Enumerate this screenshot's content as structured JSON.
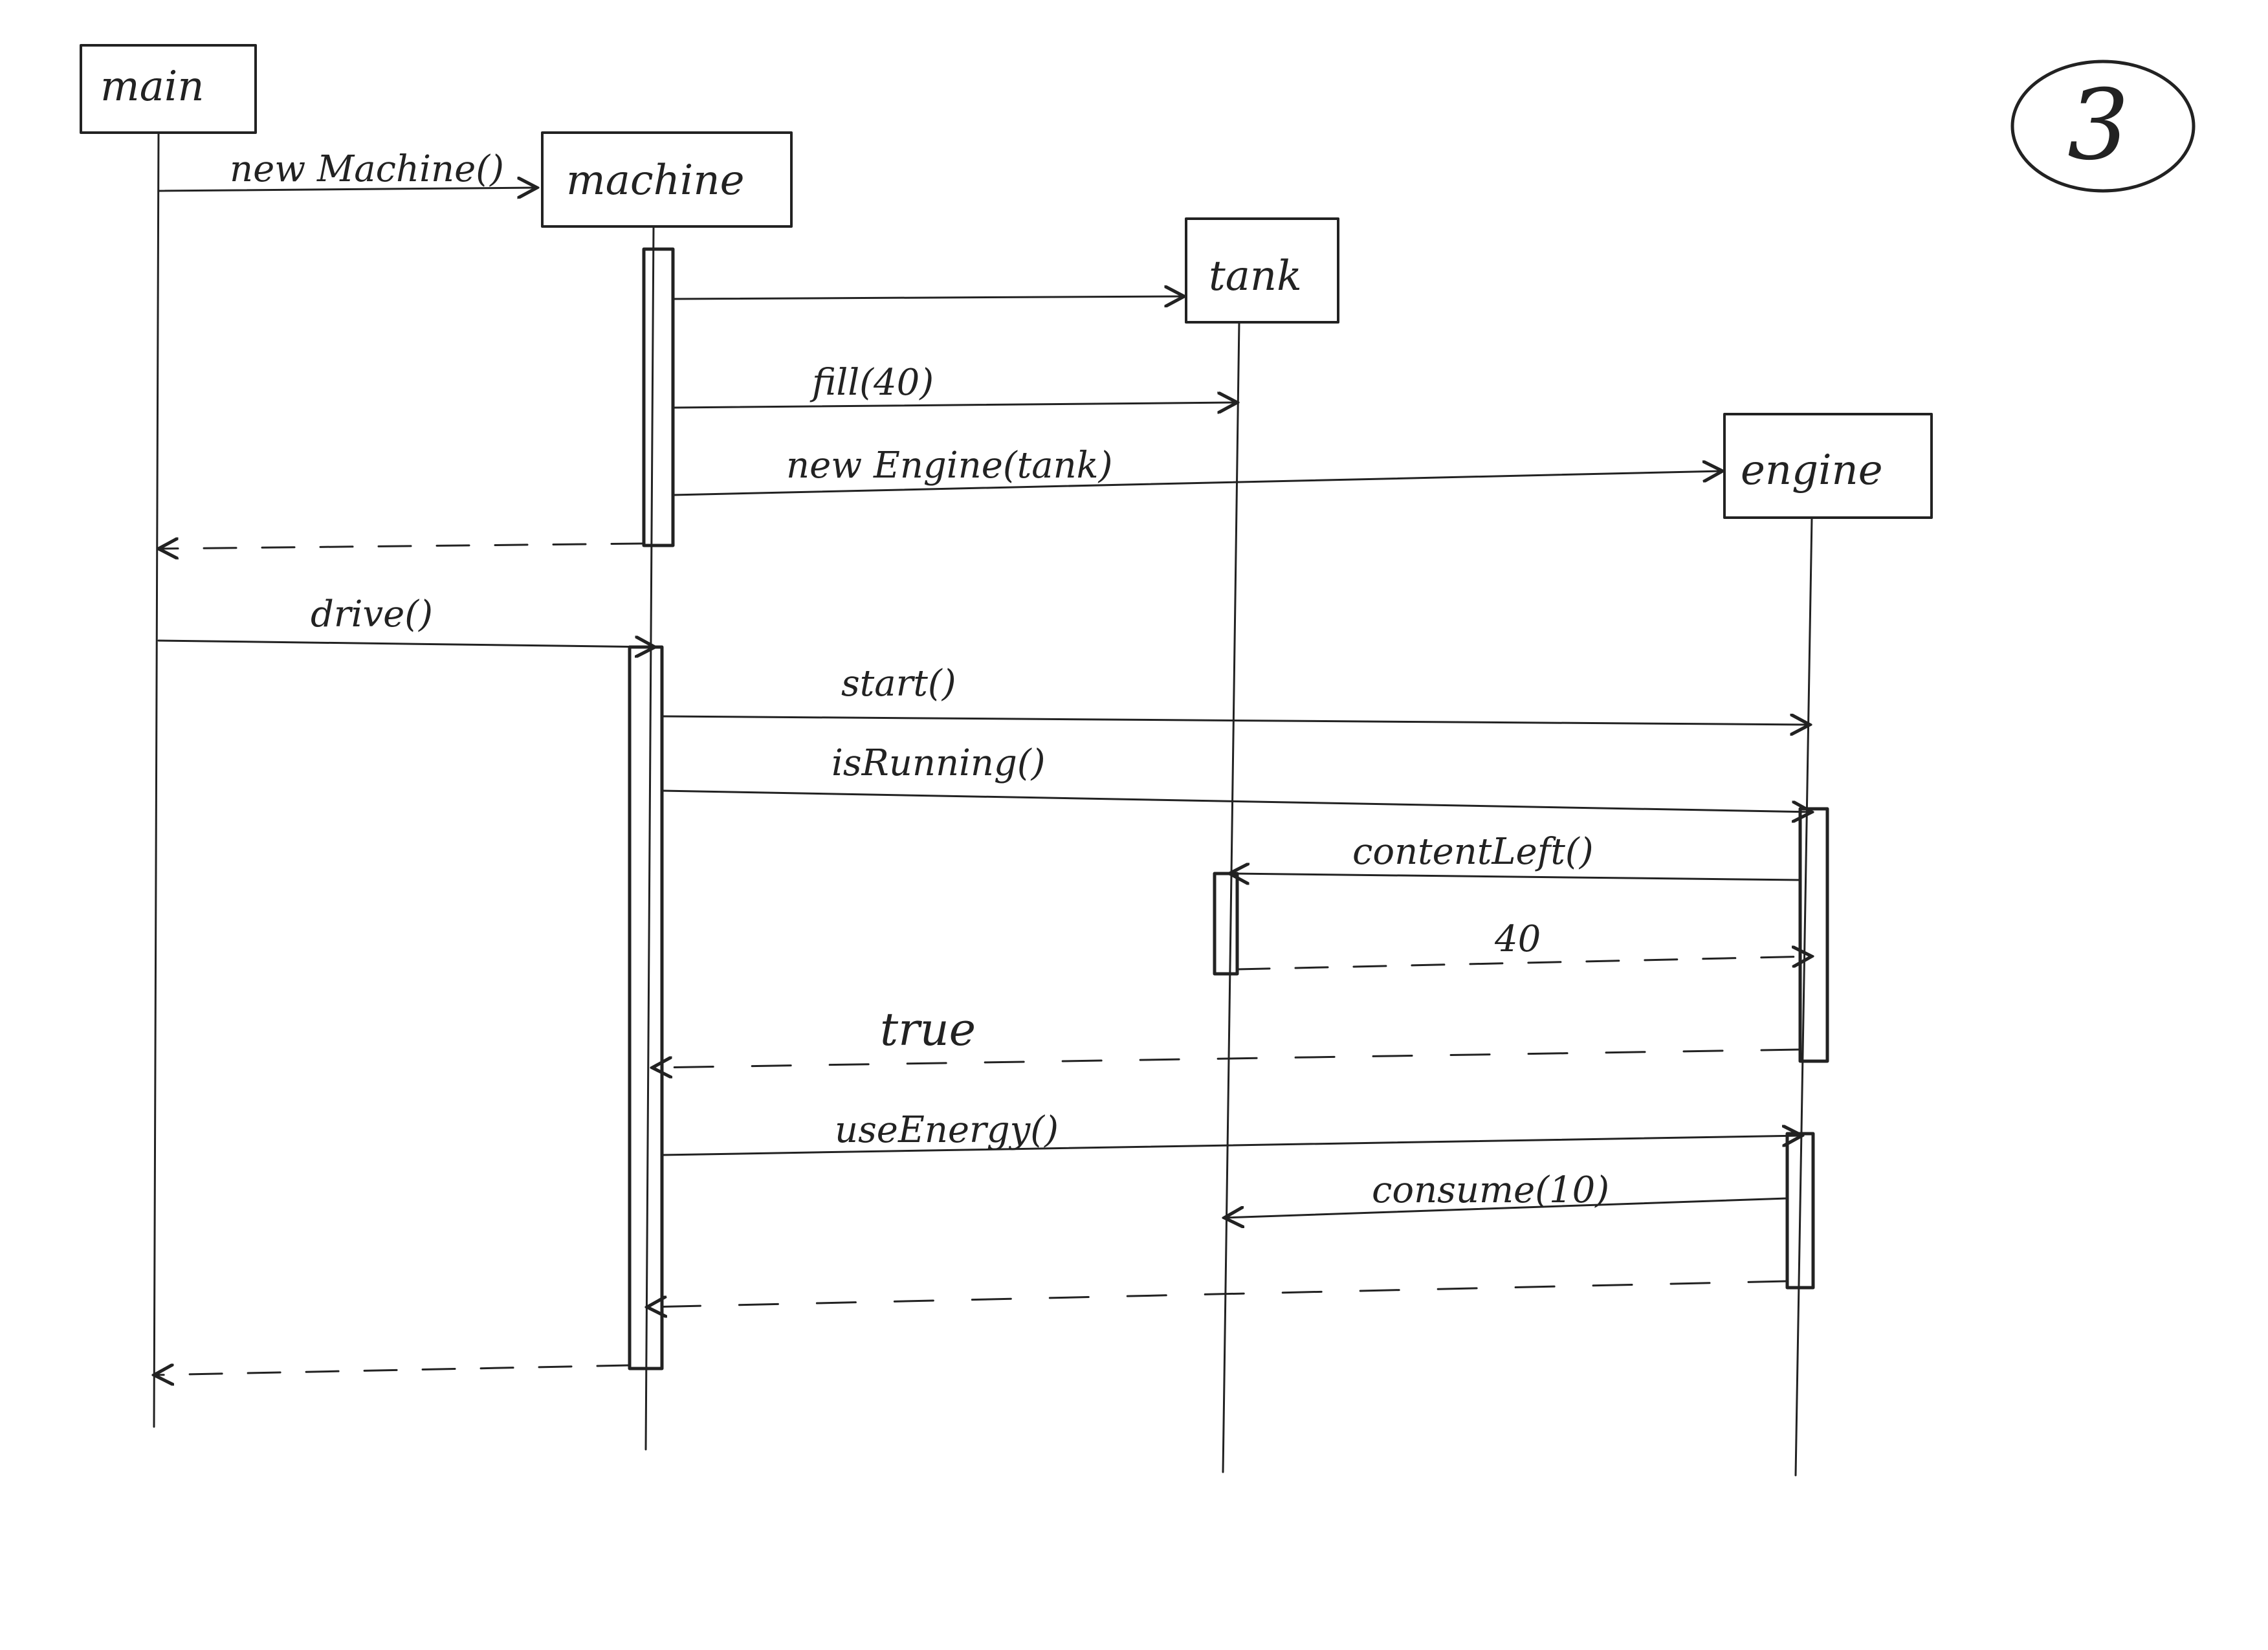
{
  "page_number": "3",
  "participants": [
    {
      "id": "main",
      "label": "main"
    },
    {
      "id": "machine",
      "label": "machine"
    },
    {
      "id": "tank",
      "label": "tank"
    },
    {
      "id": "engine",
      "label": "engine"
    }
  ],
  "messages": [
    {
      "id": "m1",
      "from": "main",
      "to": "machine",
      "label": "new Machine()",
      "kind": "create"
    },
    {
      "id": "m2",
      "from": "machine",
      "to": "tank",
      "label": "",
      "kind": "create"
    },
    {
      "id": "m3",
      "from": "machine",
      "to": "tank",
      "label": "fill(40)",
      "kind": "call"
    },
    {
      "id": "m4",
      "from": "machine",
      "to": "engine",
      "label": "new Engine(tank)",
      "kind": "create"
    },
    {
      "id": "m5",
      "from": "machine",
      "to": "main",
      "label": "",
      "kind": "return"
    },
    {
      "id": "m6",
      "from": "main",
      "to": "machine",
      "label": "drive()",
      "kind": "call"
    },
    {
      "id": "m7",
      "from": "machine",
      "to": "engine",
      "label": "start()",
      "kind": "call"
    },
    {
      "id": "m8",
      "from": "machine",
      "to": "engine",
      "label": "isRunning()",
      "kind": "call"
    },
    {
      "id": "m9",
      "from": "engine",
      "to": "tank",
      "label": "contentLeft()",
      "kind": "call"
    },
    {
      "id": "m10",
      "from": "tank",
      "to": "engine",
      "label": "40",
      "kind": "return"
    },
    {
      "id": "m11",
      "from": "engine",
      "to": "machine",
      "label": "true",
      "kind": "return"
    },
    {
      "id": "m12",
      "from": "machine",
      "to": "engine",
      "label": "useEnergy()",
      "kind": "call"
    },
    {
      "id": "m13",
      "from": "engine",
      "to": "tank",
      "label": "consume(10)",
      "kind": "call"
    },
    {
      "id": "m14",
      "from": "engine",
      "to": "machine",
      "label": "",
      "kind": "return"
    },
    {
      "id": "m15",
      "from": "machine",
      "to": "main",
      "label": "",
      "kind": "return"
    }
  ]
}
